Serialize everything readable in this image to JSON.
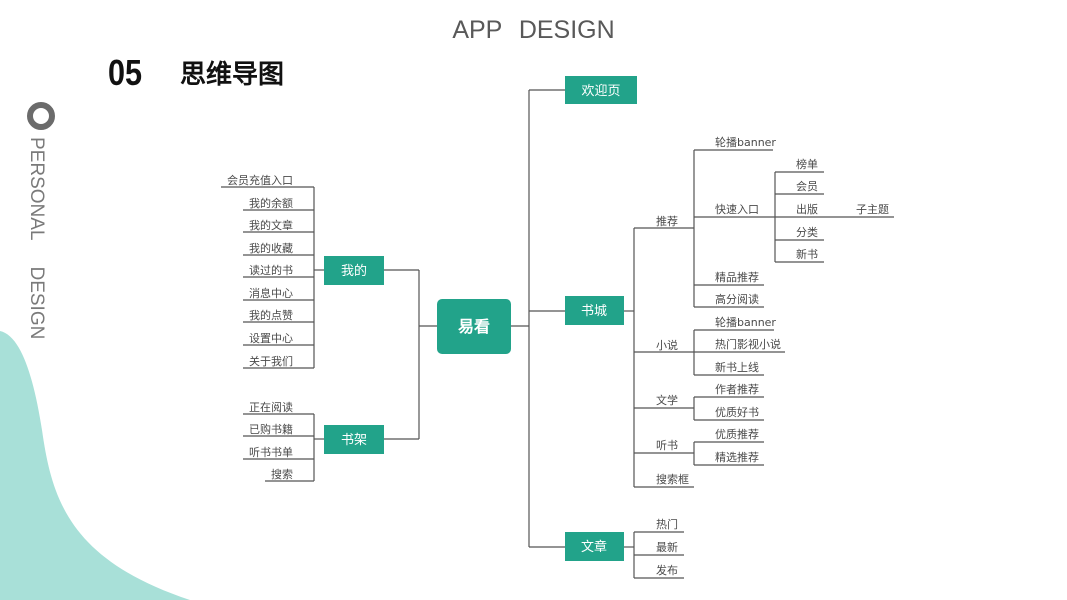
{
  "header": {
    "title": "APP   DESIGN"
  },
  "section": {
    "number": "05",
    "title": "思维导图"
  },
  "sidebar": {
    "word1": "PERSONAL",
    "word2": "DESIGN"
  },
  "colors": {
    "node": "#22a38a",
    "line": "#555555",
    "blob": "#a8e0d8"
  },
  "mindmap": {
    "root": "易看",
    "left": {
      "wode": {
        "label": "我的",
        "children": [
          "会员充值入口",
          "我的余额",
          "我的文章",
          "我的收藏",
          "读过的书",
          "消息中心",
          "我的点赞",
          "设置中心",
          "关于我们"
        ]
      },
      "shujia": {
        "label": "书架",
        "children": [
          "正在阅读",
          "已购书籍",
          "听书书单",
          "搜索"
        ]
      }
    },
    "right": {
      "welcome": {
        "label": "欢迎页"
      },
      "shucheng": {
        "label": "书城",
        "tuijian": {
          "label": "推荐",
          "banner": "轮播banner",
          "quick": {
            "label": "快速入口",
            "children": [
              "榜单",
              "会员",
              "出版",
              "分类",
              "新书"
            ],
            "subtopic": "子主题"
          },
          "jingpin": "精品推荐",
          "gaofen": "高分阅读"
        },
        "xiaoshuo": {
          "label": "小说",
          "children": [
            "轮播banner",
            "热门影视小说",
            "新书上线"
          ]
        },
        "wenxue": {
          "label": "文学",
          "children": [
            "作者推荐",
            "优质好书"
          ]
        },
        "tingshu": {
          "label": "听书",
          "children": [
            "优质推荐",
            "精选推荐"
          ]
        },
        "search": {
          "label": "搜索框"
        }
      },
      "wenzhang": {
        "label": "文章",
        "children": [
          "热门",
          "最新",
          "发布"
        ]
      }
    }
  }
}
